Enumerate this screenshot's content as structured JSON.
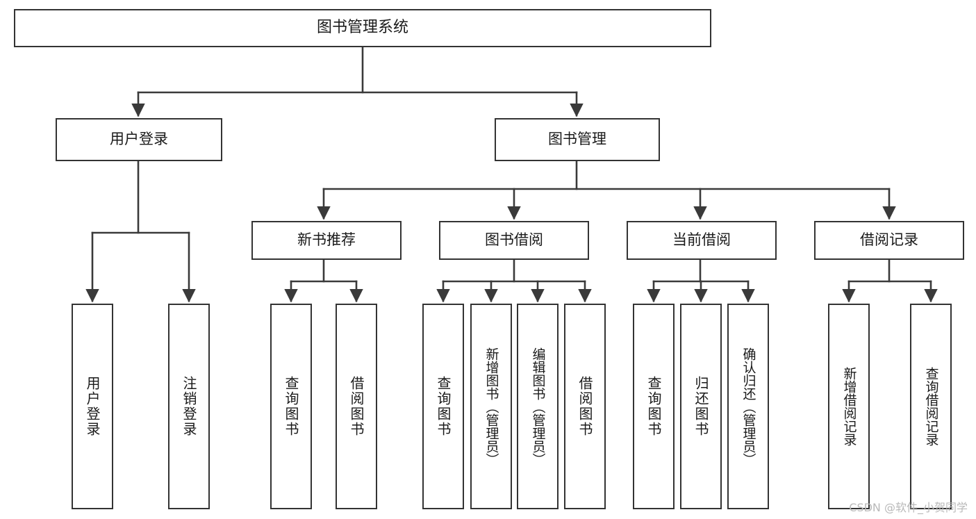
{
  "diagram": {
    "type": "tree-hierarchy-chart",
    "title": "图书管理系统",
    "watermark": "CSDN @软件_小贺同学",
    "colors": {
      "node_border": "#333333",
      "node_fill": "#ffffff",
      "edge": "#3a3a3a",
      "text": "#1a1a1a",
      "watermark": "#b9b9b9",
      "background": "#ffffff"
    },
    "nodes": {
      "root": {
        "label": "图书管理系统"
      },
      "level2": [
        {
          "id": "user-login",
          "label": "用户登录"
        },
        {
          "id": "book-manage",
          "label": "图书管理"
        }
      ],
      "level3": [
        {
          "id": "new-book-rec",
          "label": "新书推荐"
        },
        {
          "id": "book-borrow",
          "label": "图书借阅"
        },
        {
          "id": "current-borrow",
          "label": "当前借阅"
        },
        {
          "id": "borrow-record",
          "label": "借阅记录"
        }
      ],
      "leaves": {
        "user-login": [
          {
            "id": "leaf-user-login",
            "label": "用户登录"
          },
          {
            "id": "leaf-logout",
            "label": "注销登录"
          }
        ],
        "new-book-rec": [
          {
            "id": "leaf-query-book-1",
            "label": "查询图书"
          },
          {
            "id": "leaf-borrow-book-1",
            "label": "借阅图书"
          }
        ],
        "book-borrow": [
          {
            "id": "leaf-query-book-2",
            "label": "查询图书"
          },
          {
            "id": "leaf-add-book",
            "label": "新增图书（管理员）"
          },
          {
            "id": "leaf-edit-book",
            "label": "编辑图书（管理员）"
          },
          {
            "id": "leaf-borrow-book-2",
            "label": "借阅图书"
          }
        ],
        "current-borrow": [
          {
            "id": "leaf-query-book-3",
            "label": "查询图书"
          },
          {
            "id": "leaf-return-book",
            "label": "归还图书"
          },
          {
            "id": "leaf-confirm-return",
            "label": "确认归还（管理员）"
          }
        ],
        "borrow-record": [
          {
            "id": "leaf-add-record",
            "label": "新增借阅记录"
          },
          {
            "id": "leaf-query-record",
            "label": "查询借阅记录"
          }
        ]
      }
    }
  }
}
